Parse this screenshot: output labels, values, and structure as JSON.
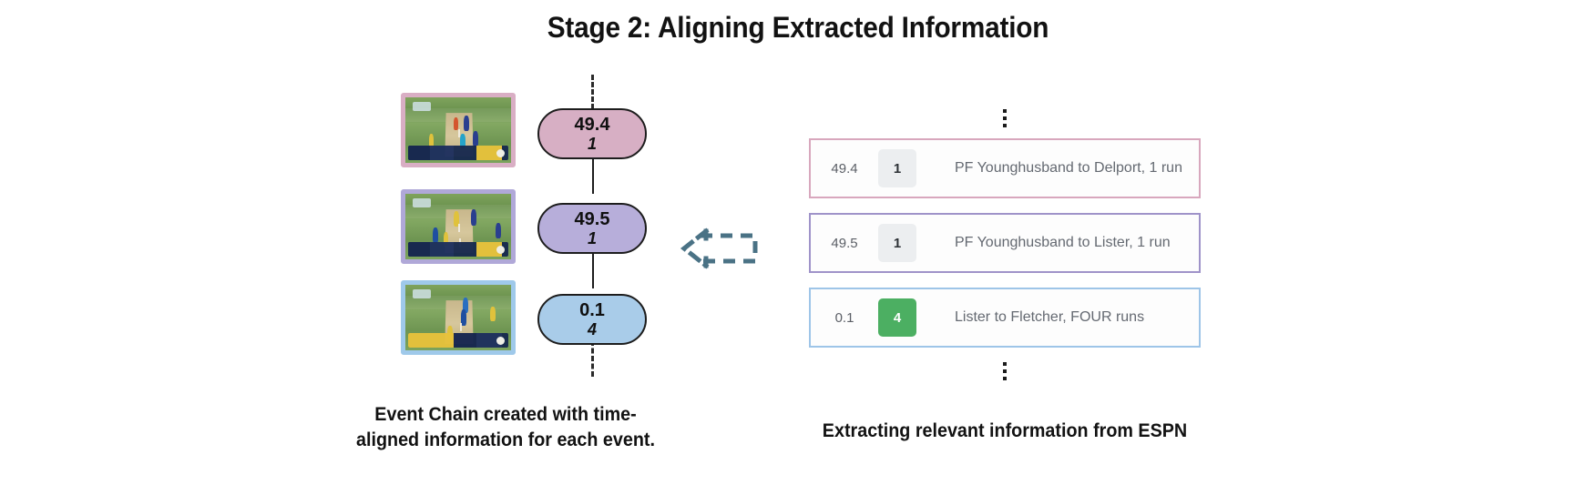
{
  "title": "Stage 2: Aligning Extracted Information",
  "colors": {
    "pill_1": "#d7afc4",
    "pill_2": "#b7aeda",
    "pill_3": "#a9cce9",
    "card_border_1": "#d8a7bd",
    "card_border_2": "#9f93c9",
    "card_border_3": "#9ec5e8",
    "badge_green": "#4caf62",
    "badge_grey": "#eceef0",
    "arrow": "#4a7285",
    "text_body": "#646971"
  },
  "event_chain": {
    "events": [
      {
        "over": "49.4",
        "runs": "1",
        "thumbnail_alt": "cricket-broadcast-frame-batsman-plays-shot"
      },
      {
        "over": "49.5",
        "runs": "1",
        "thumbnail_alt": "cricket-broadcast-frame-bowler-appeals"
      },
      {
        "over": "0.1",
        "runs": "4",
        "thumbnail_alt": "cricket-broadcast-frame-new-innings-delivery"
      }
    ]
  },
  "arrow": {
    "icon": "dashed-left-arrow-icon",
    "direction": "left"
  },
  "espn": {
    "ellipsis_icon": "vertical-ellipsis-icon",
    "rows": [
      {
        "over": "49.4",
        "runs": "1",
        "runs_style": "grey",
        "commentary": "PF Younghusband to Delport, 1 run"
      },
      {
        "over": "49.5",
        "runs": "1",
        "runs_style": "grey",
        "commentary": "PF Younghusband to Lister, 1 run"
      },
      {
        "over": "0.1",
        "runs": "4",
        "runs_style": "green",
        "commentary": "Lister to Fletcher, FOUR runs"
      }
    ]
  },
  "captions": {
    "left_line1": "Event Chain created with time-",
    "left_line2": "aligned information for each event.",
    "right": "Extracting relevant information from ESPN"
  }
}
